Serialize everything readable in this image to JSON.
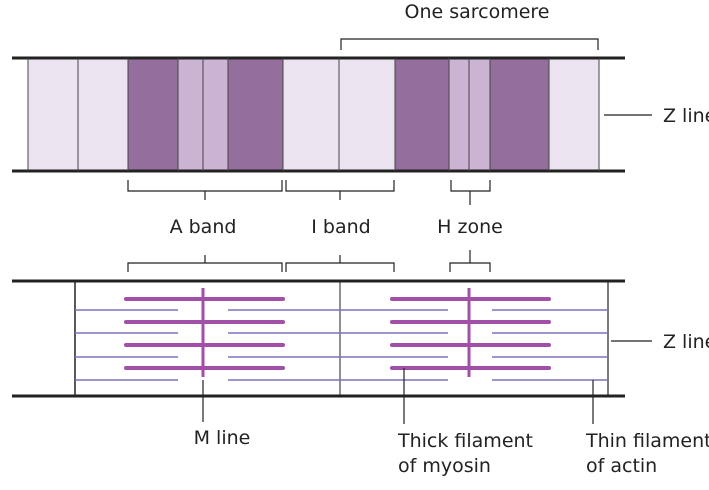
{
  "labels": {
    "sarcomere": "One sarcomere",
    "z_line_top": "Z line",
    "a_band": "A band",
    "i_band": "I band",
    "h_zone": "H zone",
    "z_line_bottom": "Z line",
    "m_line": "M line",
    "thick_filament_1": "Thick filament",
    "thick_filament_2": "of myosin",
    "thin_filament_1": "Thin filament",
    "thin_filament_2": "of actin"
  },
  "colors": {
    "a_band_dark": "#946e9c",
    "h_zone_light": "#cbb3d4",
    "i_band_pale": "#ece3f1",
    "myosin": "#a14fa8",
    "actin": "#7b73bf",
    "line": "#222222"
  }
}
